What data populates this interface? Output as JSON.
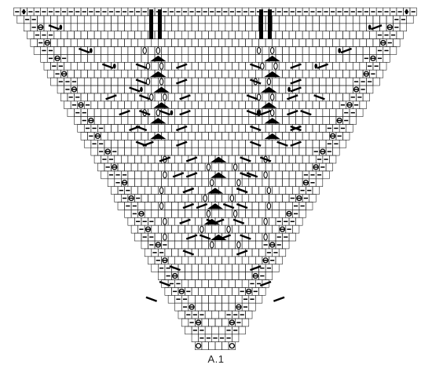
{
  "diagram": {
    "label": "A.1",
    "type": "triangular knitting chart",
    "ink_color": "#000000",
    "grid_color": "#222222",
    "background_color": "#ffffff",
    "symbols": {
      "purl": "dash",
      "yarn_over": "circle",
      "k2tog": "slant-right",
      "ssk": "slant-left",
      "double_decrease": "triangle",
      "twisted_stitch": "oval",
      "bobble": "dot",
      "no_stitch": "black-bar"
    }
  }
}
